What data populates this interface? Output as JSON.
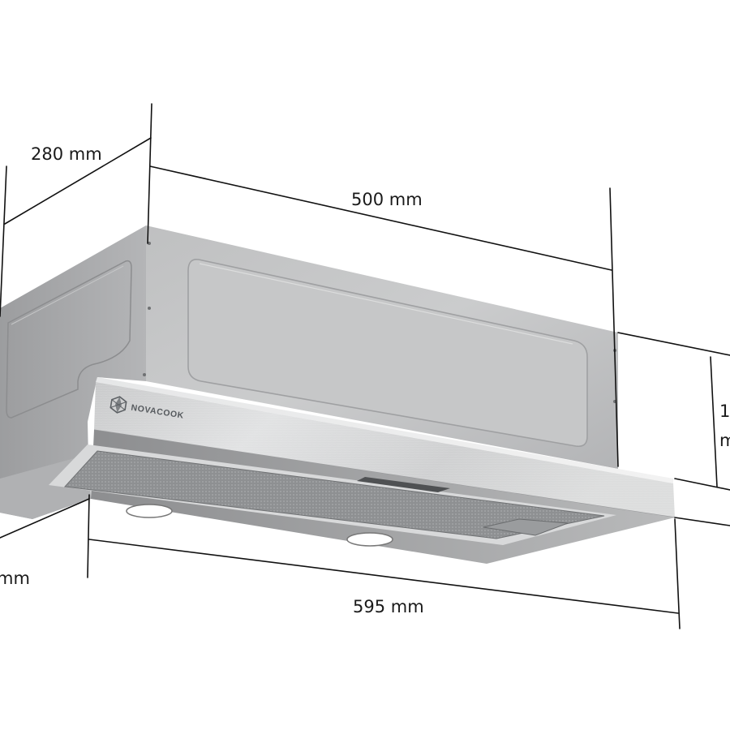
{
  "product": {
    "brand": "NOVACOOK"
  },
  "dimensions": {
    "depth_top": "280 mm",
    "depth_bottom": "mm",
    "inner_width": "500 mm",
    "outer_width": "595 mm",
    "height_line1": "1",
    "height_line2": "m"
  },
  "colors": {
    "body_top": "#c2c3c4",
    "body_side": "#a6a7a9",
    "visor": "#d7d8d9",
    "filter": "#8f9193",
    "light": "#ffffff"
  },
  "icons": {
    "logo": "geometric-hexagon-logo-icon"
  }
}
